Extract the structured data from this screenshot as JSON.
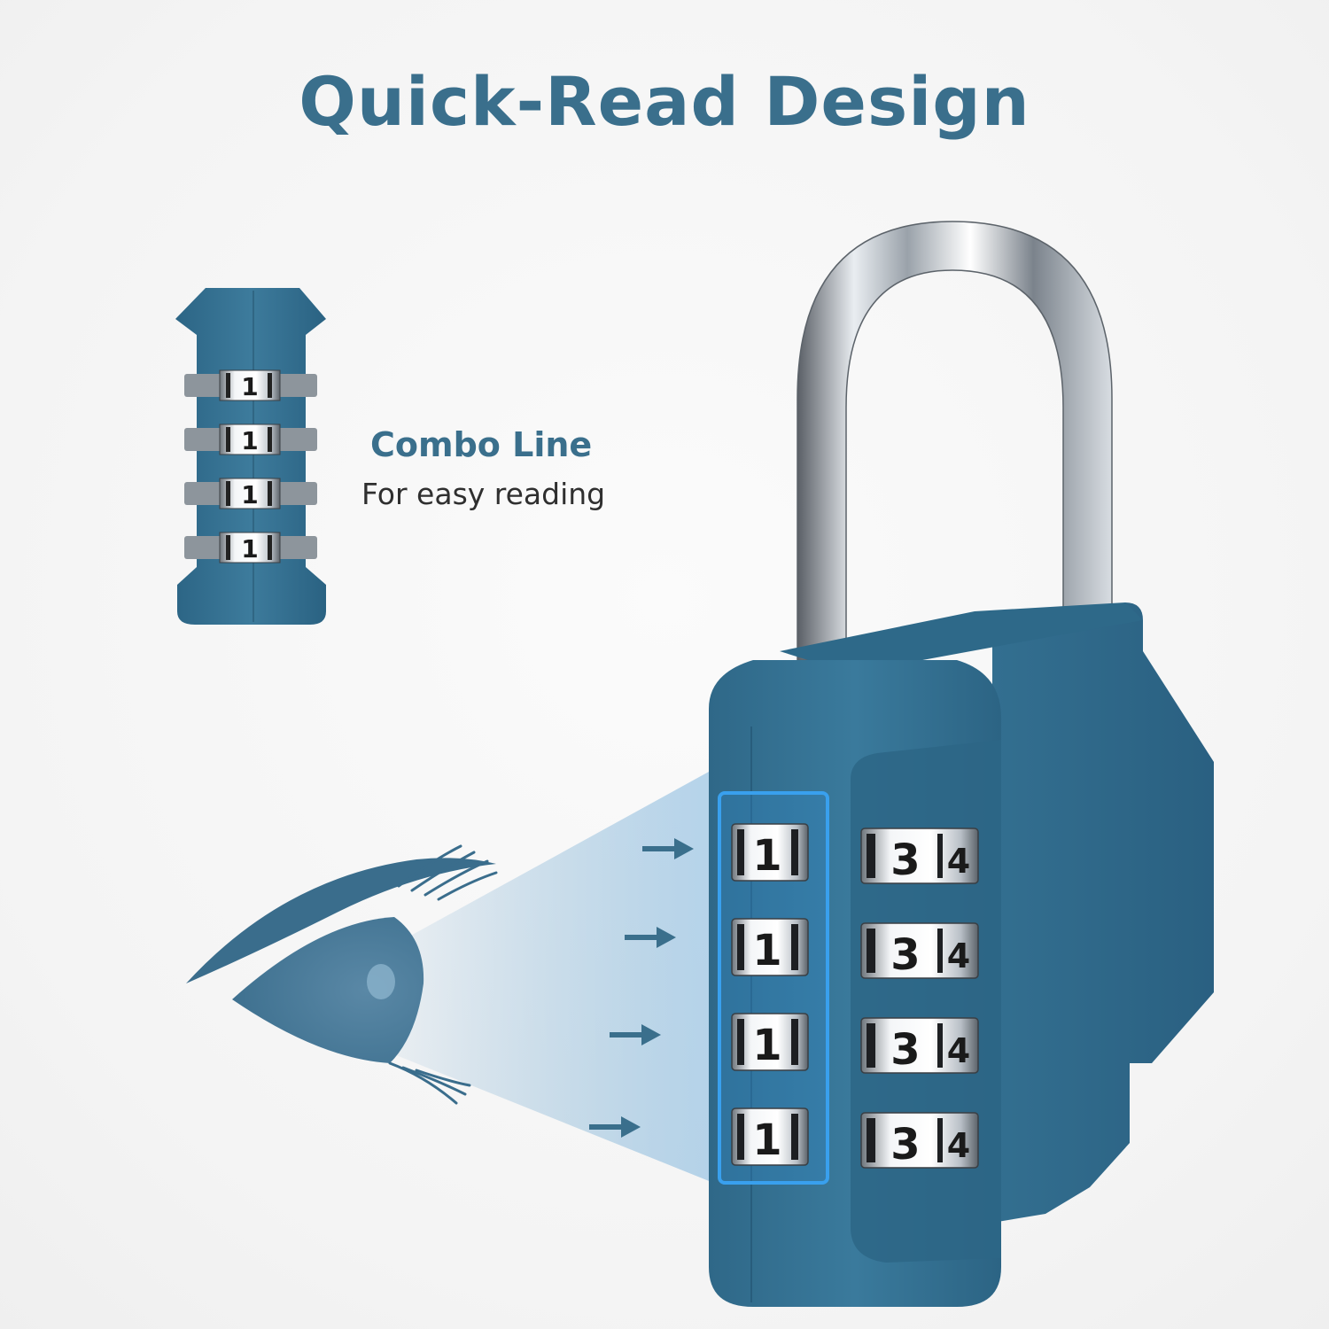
{
  "headline": "Quick-Read Design",
  "callout": {
    "title": "Combo Line",
    "subtitle": "For easy reading"
  },
  "illustrations": {
    "icon_names": [
      "cylinder-diagram-icon",
      "eye-icon",
      "padlock-icon",
      "arrow-right-icon"
    ],
    "cylinder_digits": [
      "1",
      "1",
      "1",
      "1"
    ],
    "lock_front_digits": [
      "1",
      "1",
      "1",
      "1"
    ],
    "lock_side_digits": [
      "3",
      "3",
      "3",
      "3"
    ],
    "lock_edge_digits": [
      "4",
      "4",
      "4",
      "4"
    ]
  },
  "colors": {
    "brand_blue": "#3a6f8c",
    "lock_body": "#336e8e",
    "highlight": "#2f8fd6",
    "background": "#f6f6f6"
  }
}
